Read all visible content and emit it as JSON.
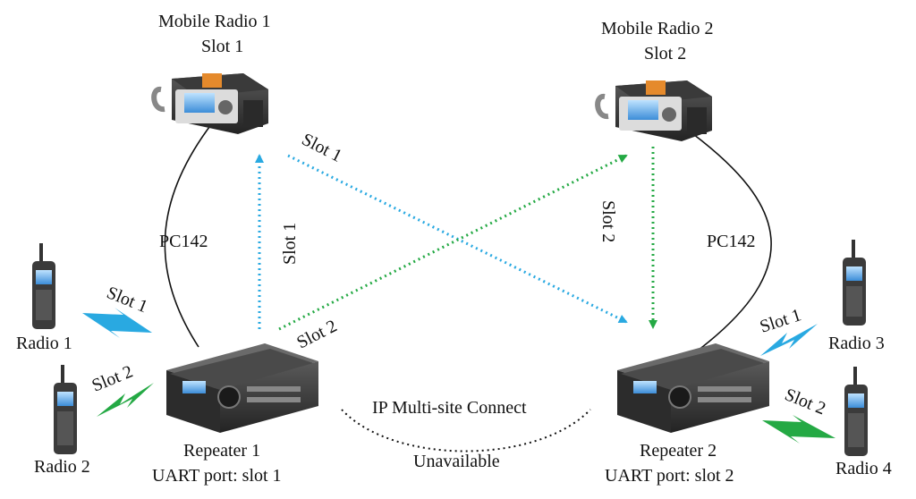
{
  "colors": {
    "blue": "#29a9e1",
    "green": "#24a944",
    "line": "#111111"
  },
  "devices": {
    "mobile1": {
      "name": "Mobile Radio 1",
      "slot": "Slot 1"
    },
    "mobile2": {
      "name": "Mobile Radio 2",
      "slot": "Slot 2"
    },
    "repeater1": {
      "name": "Repeater 1",
      "port": "UART port: slot 1"
    },
    "repeater2": {
      "name": "Repeater 2",
      "port": "UART port: slot 2"
    },
    "radio1": "Radio 1",
    "radio2": "Radio 2",
    "radio3": "Radio 3",
    "radio4": "Radio 4"
  },
  "links": {
    "cable_left": "PC142",
    "cable_right": "PC142",
    "ip_connect": "IP Multi-site Connect",
    "ip_status": "Unavailable"
  },
  "arrow_labels": {
    "blue_vertical": "Slot 1",
    "blue_diagonal": "Slot 1",
    "green_vertical": "Slot 2",
    "green_diagonal": "Slot 2"
  },
  "wireless": {
    "r1": "Slot 1",
    "r2": "Slot 2",
    "r3": "Slot 1",
    "r4": "Slot 2"
  }
}
